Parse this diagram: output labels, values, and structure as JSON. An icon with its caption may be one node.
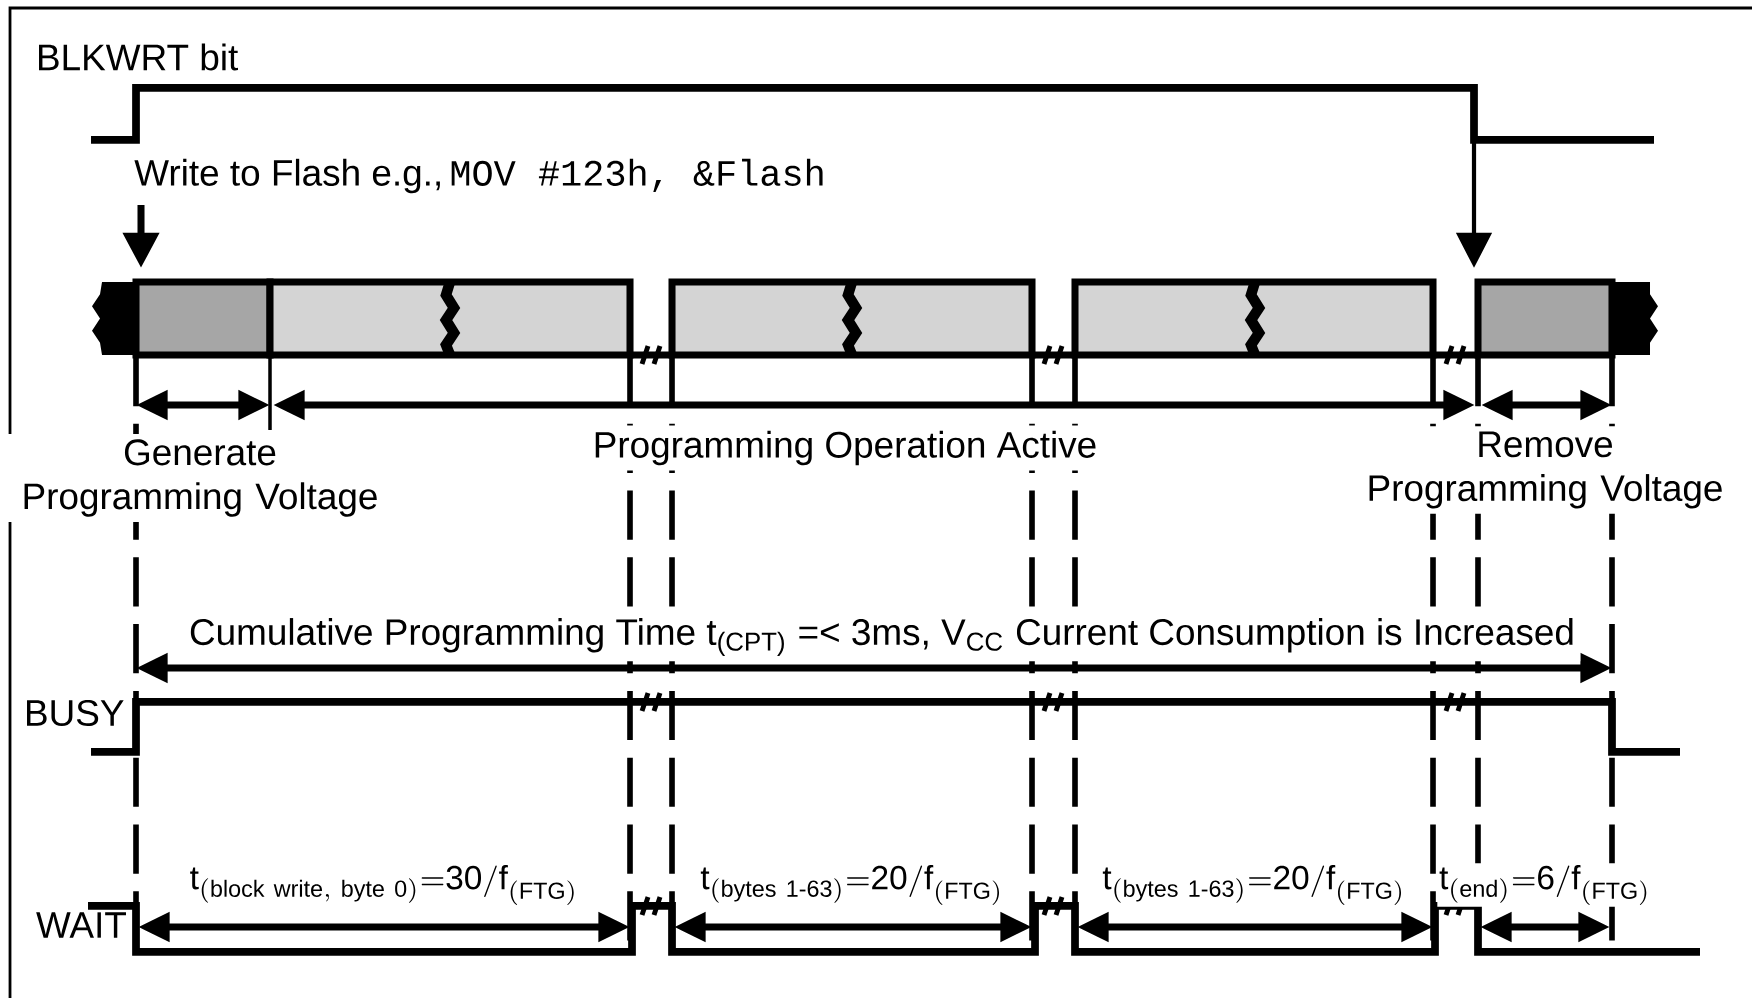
{
  "diagram": {
    "labels": [
      "BLKWRT bit",
      "Write to Flash e.g.,",
      "MOV #123h, &Flash",
      "Generate Programming Voltage",
      "Programming Operation Active",
      "Remove Programming Voltage",
      "Cumulative Programming Time t$_{(CPT)}$ =< 3ms, V$_{CC}$ Current Consumption is Increased",
      "BUSY",
      "WAIT",
      "\\mathrm{t}_{(\\mathrm{block\\ write,\\ byte\\ 0})}{=}\\mathrm{30/f}_{(\\mathrm{FTG})}",
      "\\mathrm{t}_{(\\mathrm{bytes\\ 1\\text{-}63})}{=}\\mathrm{20/f}_{(\\mathrm{FTG})}",
      "\\mathrm{t}_{(\\mathrm{bytes\\ 1\\text{-}63})}{=}\\mathrm{20/f}_{(\\mathrm{FTG})}",
      "\\mathrm{t}_{(\\mathrm{end})}{=}\\mathrm{6/f}_{(\\mathrm{FTG})}"
    ]
  }
}
